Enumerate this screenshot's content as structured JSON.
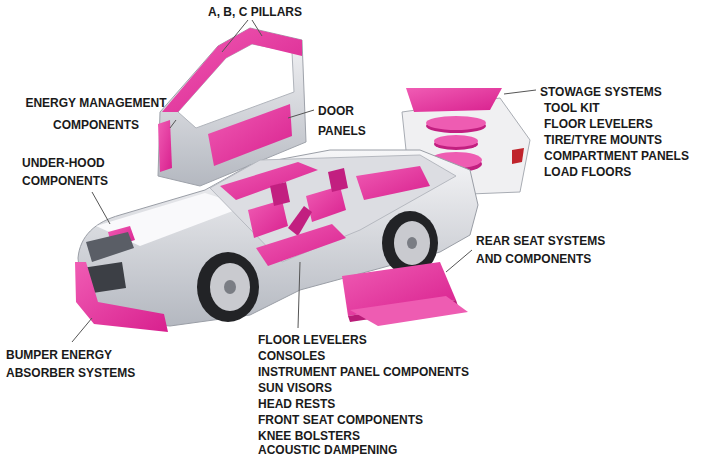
{
  "diagram": {
    "labels": [
      "A, B, C PILLARS",
      "ENERGY MANAGEMENT COMPONENTS",
      "DOOR PANELS",
      "UNDER-HOOD COMPONENTS",
      "STOWAGE SYSTEMS",
      "TOOL KIT",
      "FLOOR LEVELERS",
      "TIRE/TYRE MOUNTS",
      "COMPARTMENT PANELS",
      "LOAD FLOORS",
      "REAR SEAT SYSTEMS AND COMPONENTS",
      "BUMPER ENERGY ABSORBER SYSTEMS",
      "FLOOR LEVELERS",
      "CONSOLES",
      "INSTRUMENT PANEL COMPONENTS",
      "SUN VISORS",
      "HEAD RESTS",
      "FRONT SEAT COMPONENTS",
      "KNEE BOLSTERS",
      "ACOUSTIC DAMPENING"
    ]
  }
}
